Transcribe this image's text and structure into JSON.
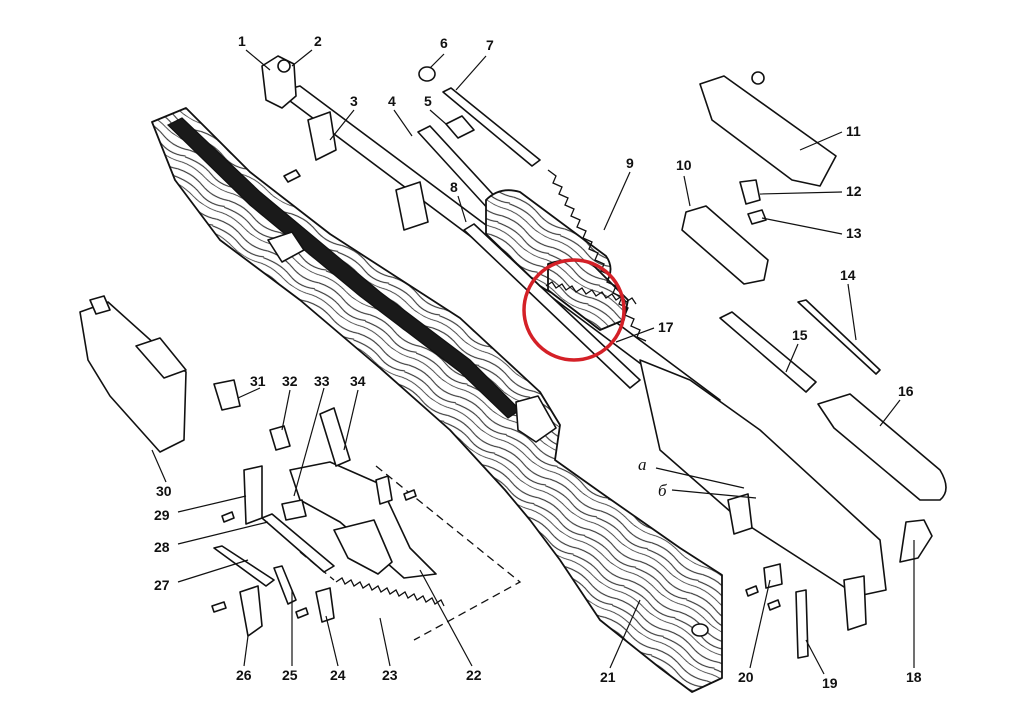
{
  "highlight_color": "#d42027",
  "callouts": [
    {
      "id": "lbl-1",
      "text": "1"
    },
    {
      "id": "lbl-2",
      "text": "2"
    },
    {
      "id": "lbl-3",
      "text": "3"
    },
    {
      "id": "lbl-4",
      "text": "4"
    },
    {
      "id": "lbl-5",
      "text": "5"
    },
    {
      "id": "lbl-6",
      "text": "6"
    },
    {
      "id": "lbl-7",
      "text": "7"
    },
    {
      "id": "lbl-8",
      "text": "8"
    },
    {
      "id": "lbl-9",
      "text": "9"
    },
    {
      "id": "lbl-10",
      "text": "10"
    },
    {
      "id": "lbl-11",
      "text": "11"
    },
    {
      "id": "lbl-12",
      "text": "12"
    },
    {
      "id": "lbl-13",
      "text": "13"
    },
    {
      "id": "lbl-14",
      "text": "14"
    },
    {
      "id": "lbl-15",
      "text": "15"
    },
    {
      "id": "lbl-16",
      "text": "16"
    },
    {
      "id": "lbl-17",
      "text": "17"
    },
    {
      "id": "lbl-18",
      "text": "18"
    },
    {
      "id": "lbl-19",
      "text": "19"
    },
    {
      "id": "lbl-20",
      "text": "20"
    },
    {
      "id": "lbl-21",
      "text": "21"
    },
    {
      "id": "lbl-22",
      "text": "22"
    },
    {
      "id": "lbl-23",
      "text": "23"
    },
    {
      "id": "lbl-24",
      "text": "24"
    },
    {
      "id": "lbl-25",
      "text": "25"
    },
    {
      "id": "lbl-26",
      "text": "26"
    },
    {
      "id": "lbl-27",
      "text": "27"
    },
    {
      "id": "lbl-28",
      "text": "28"
    },
    {
      "id": "lbl-29",
      "text": "29"
    },
    {
      "id": "lbl-30",
      "text": "30"
    },
    {
      "id": "lbl-31",
      "text": "31"
    },
    {
      "id": "lbl-32",
      "text": "32"
    },
    {
      "id": "lbl-33",
      "text": "33"
    },
    {
      "id": "lbl-34",
      "text": "34"
    },
    {
      "id": "lbl-a",
      "text": "а"
    },
    {
      "id": "lbl-b",
      "text": "б"
    }
  ]
}
